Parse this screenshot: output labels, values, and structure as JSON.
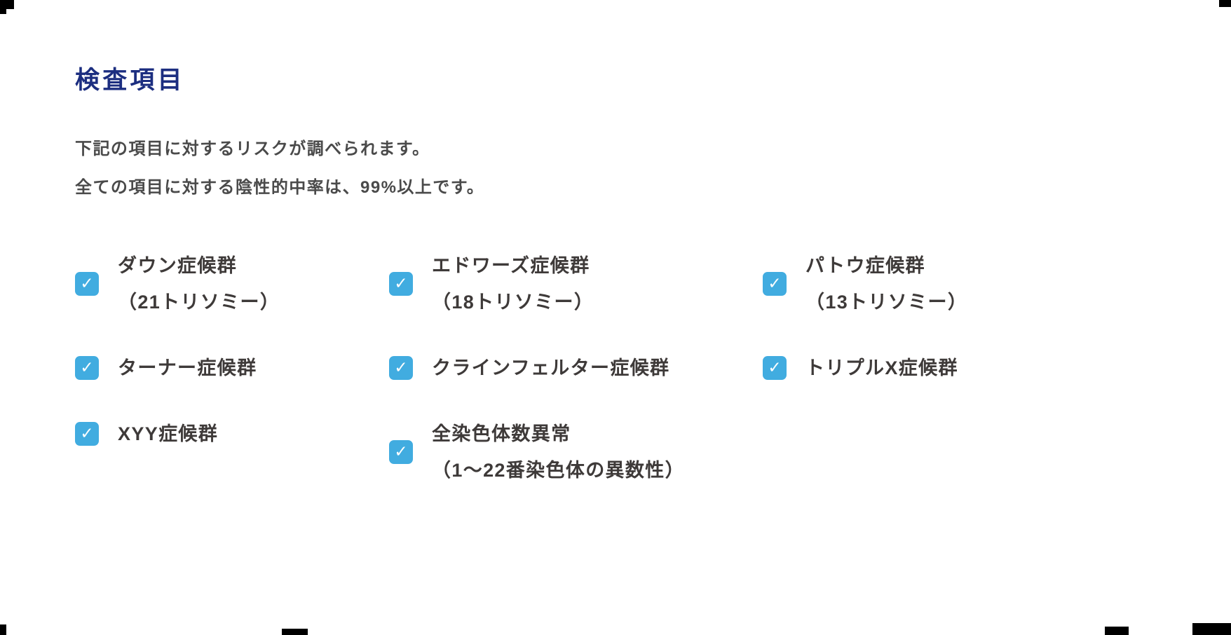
{
  "page": {
    "title": "検査項目",
    "description_lines": [
      "下記の項目に対するリスクが調べられます。",
      "全ての項目に対する陰性的中率は、99%以上です。"
    ],
    "items": [
      {
        "label": "ダウン症候群",
        "sub": "（21トリソミー）",
        "checked": true
      },
      {
        "label": "エドワーズ症候群",
        "sub": "（18トリソミー）",
        "checked": true
      },
      {
        "label": "パトウ症候群",
        "sub": "（13トリソミー）",
        "checked": true
      },
      {
        "label": "ターナー症候群",
        "sub": "",
        "checked": true
      },
      {
        "label": "クラインフェルター症候群",
        "sub": "",
        "checked": true
      },
      {
        "label": "トリプルX症候群",
        "sub": "",
        "checked": true
      },
      {
        "label": "XYY症候群",
        "sub": "",
        "checked": true
      },
      {
        "label": "全染色体数異常",
        "sub": "（1〜22番染色体の異数性）",
        "checked": true
      }
    ],
    "icons": {
      "check": "✓"
    },
    "colors": {
      "title": "#1c2e80",
      "body_text": "#4a4a4a",
      "item_text": "#3e3a39",
      "checkbox": "#41ace0"
    }
  }
}
